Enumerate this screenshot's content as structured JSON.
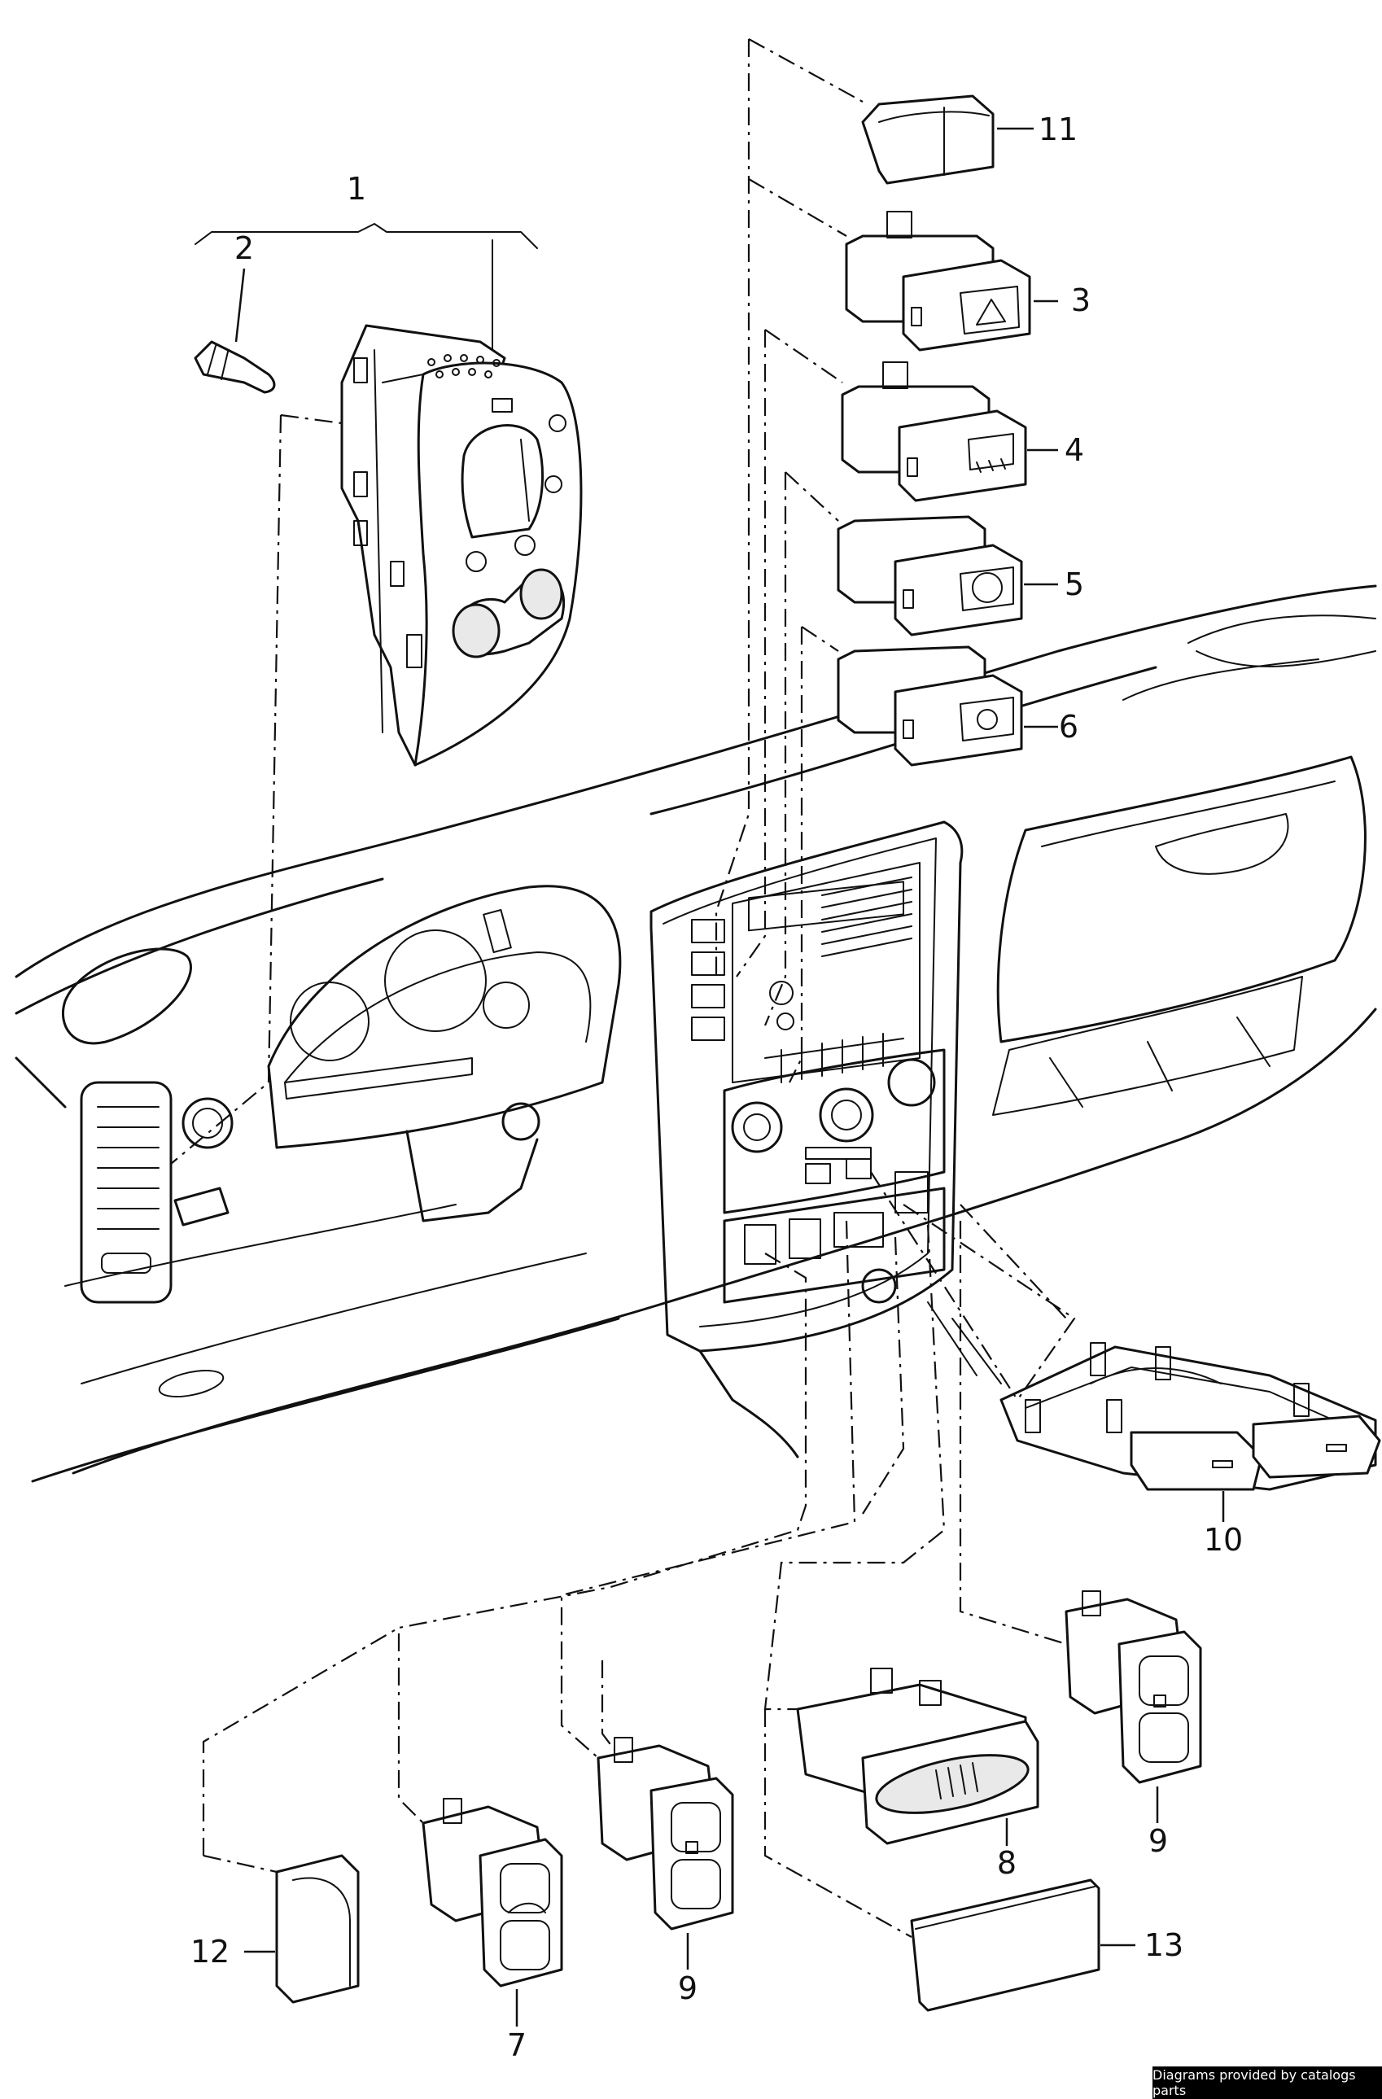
{
  "callouts": {
    "c1": "1",
    "c2": "2",
    "c3": "3",
    "c4": "4",
    "c5": "5",
    "c6": "6",
    "c7": "7",
    "c8": "8",
    "c9a": "9",
    "c9b": "9",
    "c10": "10",
    "c11": "11",
    "c12": "12",
    "c13": "13"
  },
  "footer": {
    "credit": "Diagrams provided by catalogs parts"
  },
  "colors": {
    "line": "#111111",
    "background": "#ffffff",
    "credit_bg": "#000000"
  }
}
